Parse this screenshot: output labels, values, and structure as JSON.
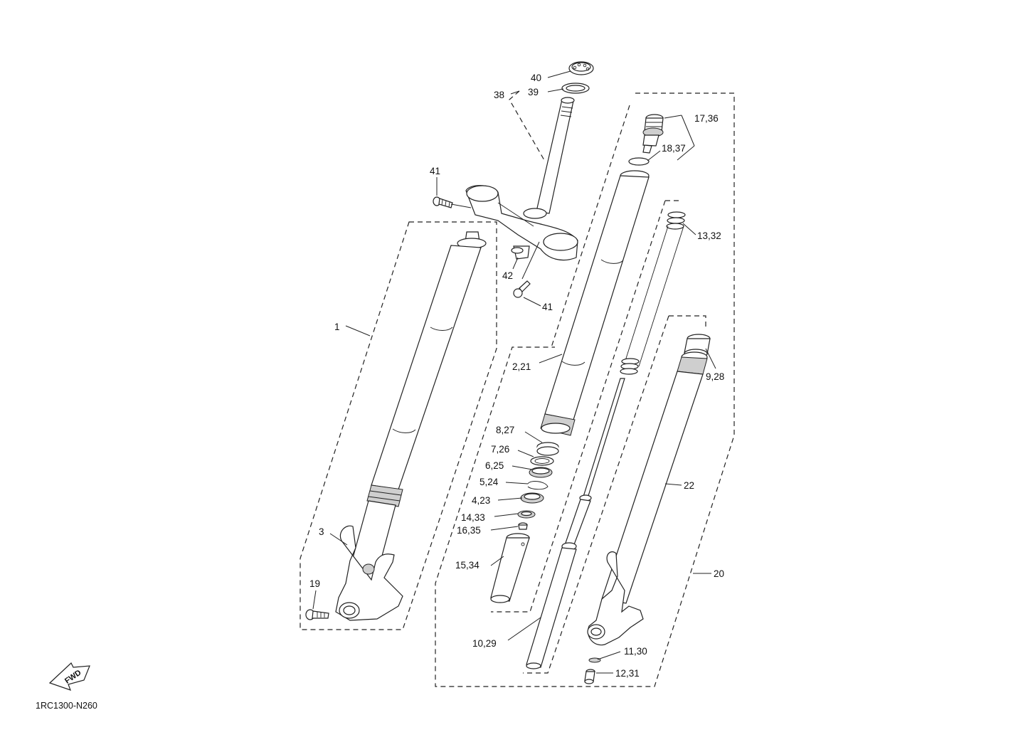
{
  "diagram_code": "1RC1300-N260",
  "fwd_label": "FWD",
  "callouts": [
    {
      "id": "c1",
      "text": "1"
    },
    {
      "id": "c2",
      "text": "2,21"
    },
    {
      "id": "c3",
      "text": "3"
    },
    {
      "id": "c4",
      "text": "4,23"
    },
    {
      "id": "c5",
      "text": "5,24"
    },
    {
      "id": "c6",
      "text": "6,25"
    },
    {
      "id": "c7",
      "text": "7,26"
    },
    {
      "id": "c8",
      "text": "8,27"
    },
    {
      "id": "c9",
      "text": "9,28"
    },
    {
      "id": "c10",
      "text": "10,29"
    },
    {
      "id": "c11",
      "text": "11,30"
    },
    {
      "id": "c12",
      "text": "12,31"
    },
    {
      "id": "c13",
      "text": "13,32"
    },
    {
      "id": "c14",
      "text": "14,33"
    },
    {
      "id": "c15",
      "text": "15,34"
    },
    {
      "id": "c16",
      "text": "16,35"
    },
    {
      "id": "c17",
      "text": "17,36"
    },
    {
      "id": "c18",
      "text": "18,37"
    },
    {
      "id": "c19",
      "text": "19"
    },
    {
      "id": "c20",
      "text": "20"
    },
    {
      "id": "c22",
      "text": "22"
    },
    {
      "id": "c38",
      "text": "38"
    },
    {
      "id": "c39",
      "text": "39"
    },
    {
      "id": "c40",
      "text": "40"
    },
    {
      "id": "c41a",
      "text": "41"
    },
    {
      "id": "c41b",
      "text": "41"
    },
    {
      "id": "c42",
      "text": "42"
    }
  ]
}
